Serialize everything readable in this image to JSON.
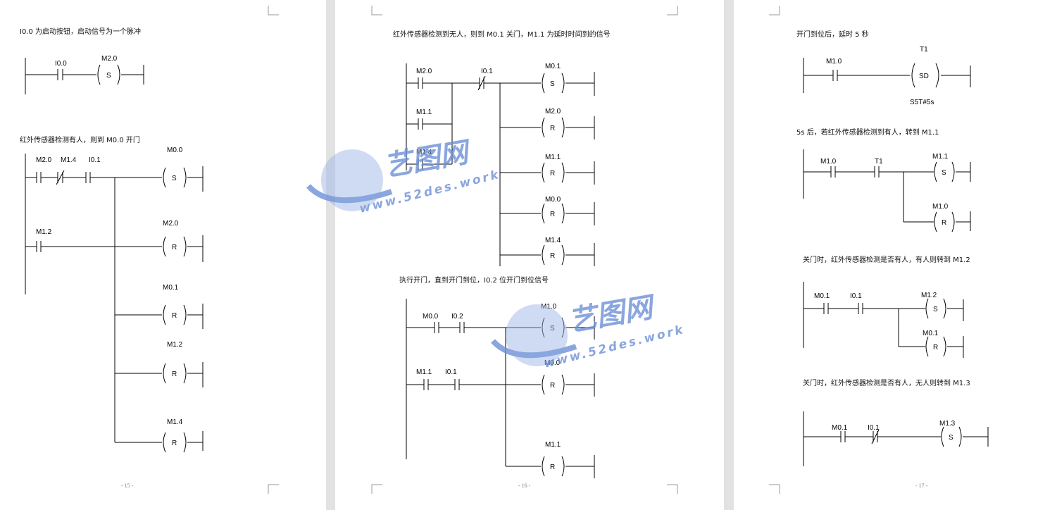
{
  "pages": [
    {
      "number": "- 15 -",
      "captions": [
        "I0.0 为启动按钮，启动信号为一个脉冲",
        "红外传感器检测有人，则到 M0.0 开门"
      ],
      "labels": {
        "a": "I0.0",
        "b": "M2.0",
        "s1": "S",
        "c": "M2.0",
        "d": "M1.4",
        "e": "I0.1",
        "f": "M0.0",
        "s2": "S",
        "g": "M1.2",
        "h": "M2.0",
        "r1": "R",
        "i": "M0.1",
        "r2": "R",
        "j": "M1.2",
        "r3": "R",
        "k": "M1.4",
        "r4": "R"
      }
    },
    {
      "number": "- 16 -",
      "captions": [
        "红外传感器检测到无人，则到 M0.1 关门，M1.1 为延时时间到的信号",
        "执行开门，直到开门到位，I0.2 位开门到位信号"
      ],
      "labels": {
        "a": "M2.0",
        "b": "I0.1",
        "c": "M0.1",
        "s1": "S",
        "d": "M1.1",
        "e": "M2.0",
        "r1": "R",
        "f": "M1.4",
        "g": "M1.1",
        "r2": "R",
        "h": "M0.0",
        "r3": "R",
        "i": "M1.4",
        "r4": "R",
        "j": "M0.0",
        "k": "I0.2",
        "l": "M1.0",
        "s2": "S",
        "m": "M1.1",
        "n": "I0.1",
        "o": "M0.0",
        "r5": "R",
        "p": "M1.1",
        "r6": "R"
      }
    },
    {
      "number": "- 17 -",
      "captions": [
        "开门到位后，延时 5 秒",
        "5s 后，若红外传感器检测到有人，转到 M1.1",
        "关门时，红外传感器检测是否有人，有人则转到 M1.2",
        "关门时，红外传感器检测是否有人，无人则转到 M1.3"
      ],
      "labels": {
        "a": "T1",
        "b": "M1.0",
        "sd": "SD",
        "c": "S5T#5s",
        "d": "M1.0",
        "e": "T1",
        "f": "M1.1",
        "s1": "S",
        "g": "M1.0",
        "r1": "R",
        "h": "M0.1",
        "i": "I0.1",
        "j": "M1.2",
        "s2": "S",
        "k": "M0.1",
        "r2": "R",
        "l": "M0.1",
        "m": "I0.1",
        "n": "M1.3",
        "s3": "S"
      }
    }
  ],
  "watermark": {
    "brand": "艺图网",
    "url": "www.52des.work"
  },
  "colors": {
    "watermark": "#6e90d6",
    "background": "#e2e2e2"
  }
}
